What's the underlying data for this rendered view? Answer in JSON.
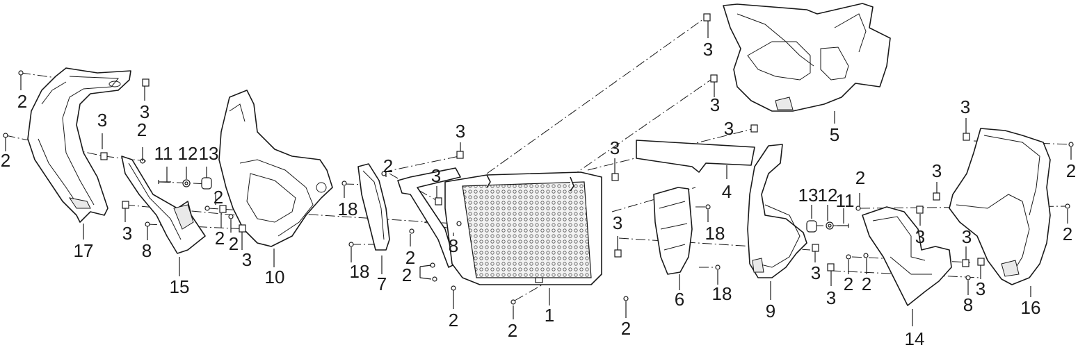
{
  "diagram": {
    "callouts": {
      "c_2_a": "2",
      "c_2_b": "2",
      "c_3_a": "3",
      "c_2_c": "2",
      "c_3_b": "2",
      "c_11_a": "11",
      "c_12_a": "12",
      "c_13_a": "13",
      "c_2_d": "2",
      "c_3_c": "3",
      "c_3_d": "3",
      "c_8_a": "8",
      "c_2_e": "2",
      "c_3_e": "3",
      "c_17": "17",
      "c_15": "15",
      "c_10": "10",
      "c_18_a": "18",
      "c_18_b": "18",
      "c_7": "7",
      "c_2_f": "2",
      "c_3_f": "3",
      "c_8_b": "8",
      "c_2_g": "2",
      "c_2_h": "2",
      "c_2_i": "2",
      "c_3_g": "3",
      "c_1": "1",
      "c_2_j": "2",
      "c_3_h": "3",
      "c_3_i": "3",
      "c_3_j": "3",
      "c_5": "5",
      "c_3_k": "3",
      "c_3_l": "3",
      "c_4": "4",
      "c_3_m": "3",
      "c_2_k": "2",
      "c_18_c": "18",
      "c_18_d": "18",
      "c_6": "6",
      "c_13_b": "13",
      "c_12_b": "12",
      "c_11_b": "11",
      "c_9": "9",
      "c_3_n": "3",
      "c_3_o": "3",
      "c_2_l": "2",
      "c_2_m": "2",
      "c_2_n": "2",
      "c_3_p": "3",
      "c_3_q": "3",
      "c_14": "14",
      "c_3_r": "3",
      "c_2_o": "2",
      "c_2_p": "2",
      "c_3_s": "3",
      "c_3_t": "3",
      "c_8_c": "8",
      "c_16": "16"
    },
    "colors": {
      "line": "#1a1a1a",
      "background": "#ffffff",
      "shade": "#e9e9e9"
    }
  }
}
